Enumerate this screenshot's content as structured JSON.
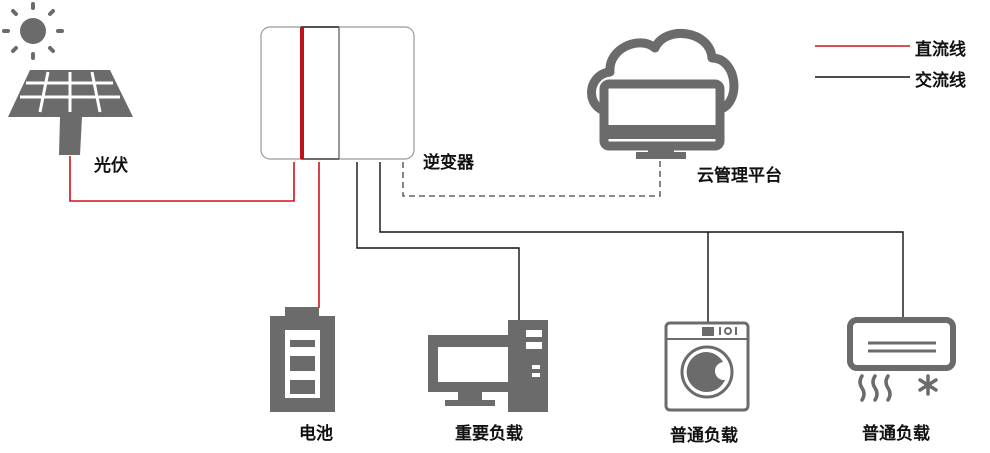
{
  "legend": [
    {
      "label": "直流线",
      "color": "#d0121b"
    },
    {
      "label": "交流线",
      "color": "#000000"
    }
  ],
  "nodes": {
    "pv": {
      "label": "光伏",
      "icon": "solar-panel-icon"
    },
    "inverter": {
      "label": "逆变器",
      "icon": "inverter-icon"
    },
    "cloud": {
      "label": "云管理平台",
      "icon": "cloud-monitor-icon"
    },
    "battery": {
      "label": "电池",
      "icon": "battery-icon"
    },
    "critical_load": {
      "label": "重要负载",
      "icon": "computer-icon"
    },
    "load_washer": {
      "label": "普通负载",
      "icon": "washing-machine-icon"
    },
    "load_ac": {
      "label": "普通负载",
      "icon": "air-conditioner-icon"
    }
  },
  "colors": {
    "dc": "#d0121b",
    "ac": "#000000",
    "icon": "#6b6b6b"
  }
}
